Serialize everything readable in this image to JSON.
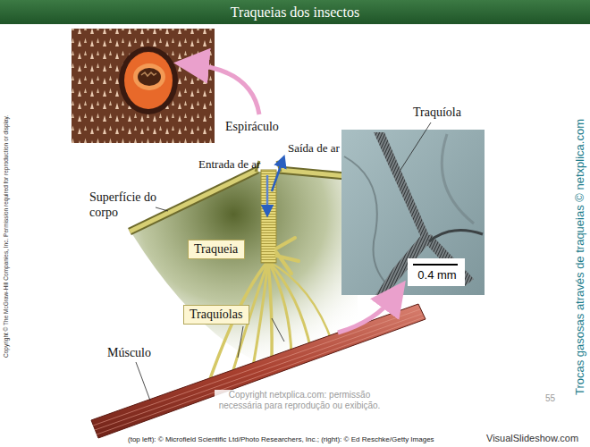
{
  "diagram": {
    "title": "Traqueias dos insectos",
    "nodes": [
      {
        "text": [
          "Traqueia"
        ]
      },
      {
        "text": [
          "Traquíolas"
        ]
      }
    ],
    "labels": [
      "Espiráculo",
      "Entrada de ar",
      "Saída de ar",
      "Superfície do corpo",
      "Músculo",
      "Traquíola",
      "0.4 mm",
      "Copyright © The McGraw-Hill Companies, Inc. Permission required for reproduction or display.",
      "Trocas gasosas através de traqueias © netxplica.com",
      "Copyright netxplica.com: permissão necessária para reprodução ou exibição.",
      "55",
      "(top left): © Microfield Scientific Ltd/Photo Researchers, Inc.; (right): © Ed Reschke/Getty Images",
      "VisualSlideshow.com"
    ]
  }
}
